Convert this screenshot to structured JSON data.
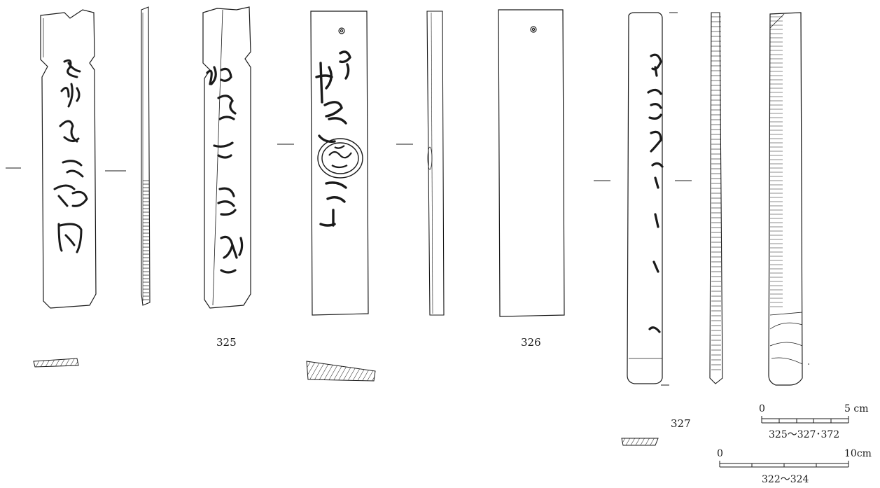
{
  "figures": [
    {
      "number": "325"
    },
    {
      "number": "326"
    },
    {
      "number": "327"
    }
  ],
  "scale_bars": [
    {
      "start": "0",
      "end": "5 cm",
      "range": "325～327･372"
    },
    {
      "start": "0",
      "end": "10cm",
      "range": "322～324"
    }
  ],
  "colors": {
    "ink": "#1a1a1a",
    "background": "#ffffff"
  }
}
